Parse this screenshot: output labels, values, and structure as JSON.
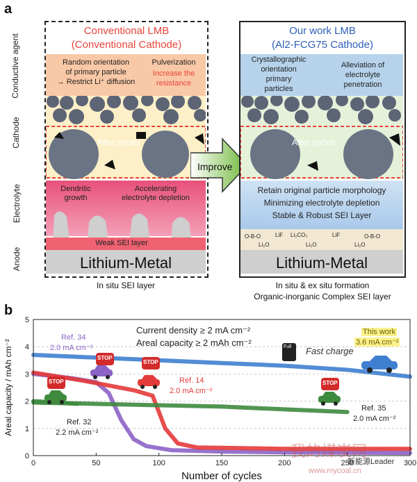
{
  "panel_a": {
    "letter": "a",
    "side_labels": [
      "Conductive agent",
      "Cathode",
      "Electrolyte",
      "Anode"
    ],
    "left": {
      "title_line1": "Conventional LMB",
      "title_line2": "(Conventional Cathode)",
      "note_left_1": "Random orientation",
      "note_left_2": "of primary particle",
      "note_left_3": "→ Restrict Li⁺ diffusion",
      "note_right_1": "Pulverization",
      "note_right_2": "Increase the",
      "note_right_3": "resistance",
      "after_cycles": "After cycles",
      "dendritic_1": "Dendritic",
      "dendritic_2": "growth",
      "accel_1": "Accelerating",
      "accel_2": "electrolyte depletion",
      "weak_sei": "Weak SEI layer",
      "lithium": "Lithium-Metal",
      "caption": "In situ SEI layer"
    },
    "improve": "Improve",
    "right": {
      "title_line1": "Our work LMB",
      "title_line2": "(Al2-FCG75 Cathode)",
      "note_left_1": "Crystallographic",
      "note_left_2": "orientation",
      "note_left_3": "primary",
      "note_left_4": "particles",
      "note_right_1": "Alleviation of",
      "note_right_2": "electrolyte",
      "note_right_3": "penetration",
      "after_cycles": "After cycles",
      "retain": "Retain original particle morphology",
      "minimizing": "Minimizing electrolyte depletion",
      "stable": "Stable & Robust SEI Layer",
      "sei_species": [
        "O-B-O",
        "LiF",
        "Li₂CO₃",
        "Li₂O",
        "LiF",
        "Li₂O",
        "O-B-O",
        "Li₂O"
      ],
      "lithium": "Lithium-Metal",
      "caption_1": "In situ & ex situ formation",
      "caption_2": "Organic-inorganic Complex SEI layer"
    }
  },
  "panel_b": {
    "letter": "b",
    "header_1": "Current density ≥ 2 mA cm⁻²",
    "header_2": "Areal capacity ≥ 2 mAh cm⁻²",
    "fast_charge": "Fast charge",
    "full_label": "Full",
    "stop_label": "STOP",
    "annotations": {
      "ref34_1": "Ref. 34",
      "ref34_2": "2.0 mA cm⁻²",
      "ref14_1": "Ref. 14",
      "ref14_2": "2.0 mA cm⁻²",
      "ref32_1": "Ref. 32",
      "ref32_2": "2.2 mA cm⁻²",
      "ref35_1": "Ref. 35",
      "ref35_2": "2.0 mA cm⁻²",
      "this_1": "This work",
      "this_2": "3.6 mA cm⁻²"
    },
    "watermark_1": "我的煤炭网",
    "watermark_2": "www.mycoal.cn",
    "watermark_3": "新能源Leader",
    "colors": {
      "this_work": "#3f7fd0",
      "ref34": "#8c63c7",
      "ref14": "#e43a3a",
      "ref32": "#3e8a3e",
      "ref35": "#3e8a3e"
    }
  },
  "chart_data": {
    "type": "line",
    "xlabel": "Number of cycles",
    "ylabel": "Areal capacity / mAh cm⁻²",
    "xlim": [
      0,
      300
    ],
    "ylim": [
      0,
      5
    ],
    "xticks": [
      0,
      50,
      100,
      150,
      200,
      250,
      300
    ],
    "yticks": [
      0,
      1,
      2,
      3,
      4,
      5
    ],
    "grid": "horizontal dashed",
    "series": [
      {
        "name": "This work",
        "x": [
          0,
          50,
          100,
          150,
          200,
          250,
          300
        ],
        "y": [
          3.7,
          3.6,
          3.5,
          3.4,
          3.3,
          3.15,
          2.9
        ]
      },
      {
        "name": "Ref. 34",
        "x": [
          0,
          30,
          50,
          60,
          70,
          80,
          90,
          110,
          150,
          200,
          300
        ],
        "y": [
          3.0,
          2.85,
          2.7,
          2.3,
          1.3,
          0.6,
          0.35,
          0.2,
          0.15,
          0.12,
          0.1
        ]
      },
      {
        "name": "Ref. 14",
        "x": [
          0,
          40,
          80,
          95,
          100,
          105,
          115,
          130,
          200,
          300
        ],
        "y": [
          3.05,
          2.75,
          2.4,
          2.2,
          1.6,
          1.0,
          0.45,
          0.3,
          0.25,
          0.25
        ]
      },
      {
        "name": "Ref. 32",
        "x": [
          0,
          20,
          35
        ],
        "y": [
          2.0,
          1.95,
          1.9
        ]
      },
      {
        "name": "Ref. 35",
        "x": [
          0,
          50,
          100,
          150,
          200,
          250
        ],
        "y": [
          1.95,
          1.9,
          1.85,
          1.8,
          1.7,
          1.6
        ]
      }
    ]
  }
}
